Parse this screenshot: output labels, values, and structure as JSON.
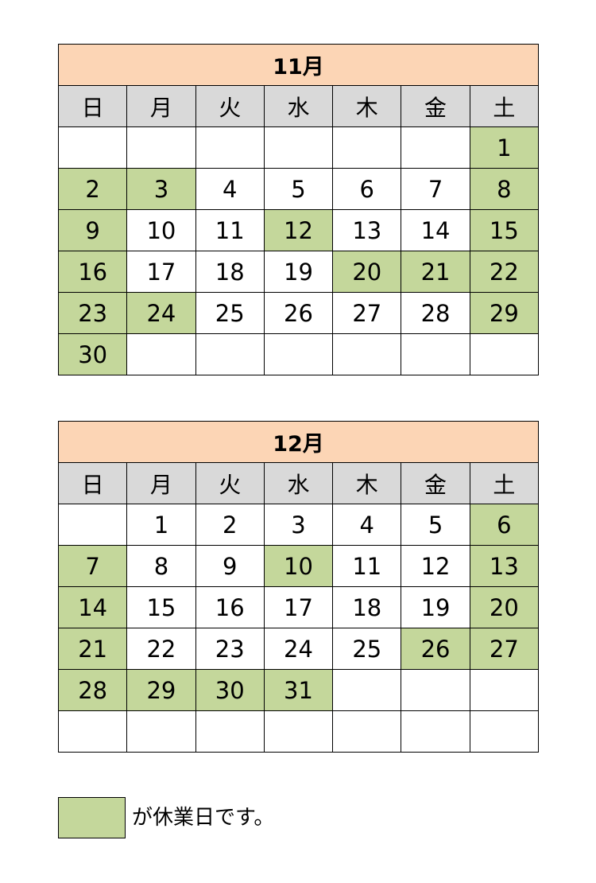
{
  "colors": {
    "header_bg": "#FCD5B5",
    "weekday_bg": "#D9D9D9",
    "holiday_bg": "#C4D79B",
    "normal_bg": "#FFFFFF",
    "border": "#000000"
  },
  "weekdays": [
    "日",
    "月",
    "火",
    "水",
    "木",
    "金",
    "土"
  ],
  "calendars": [
    {
      "title": "11月",
      "weeks": [
        [
          "",
          "",
          "",
          "",
          "",
          "",
          "1"
        ],
        [
          "2",
          "3",
          "4",
          "5",
          "6",
          "7",
          "8"
        ],
        [
          "9",
          "10",
          "11",
          "12",
          "13",
          "14",
          "15"
        ],
        [
          "16",
          "17",
          "18",
          "19",
          "20",
          "21",
          "22"
        ],
        [
          "23",
          "24",
          "25",
          "26",
          "27",
          "28",
          "29"
        ],
        [
          "30",
          "",
          "",
          "",
          "",
          "",
          ""
        ]
      ],
      "holidays": [
        "1",
        "2",
        "3",
        "8",
        "9",
        "12",
        "15",
        "16",
        "20",
        "21",
        "22",
        "23",
        "24",
        "29",
        "30"
      ]
    },
    {
      "title": "12月",
      "weeks": [
        [
          "",
          "1",
          "2",
          "3",
          "4",
          "5",
          "6"
        ],
        [
          "7",
          "8",
          "9",
          "10",
          "11",
          "12",
          "13"
        ],
        [
          "14",
          "15",
          "16",
          "17",
          "18",
          "19",
          "20"
        ],
        [
          "21",
          "22",
          "23",
          "24",
          "25",
          "26",
          "27"
        ],
        [
          "28",
          "29",
          "30",
          "31",
          "",
          "",
          ""
        ],
        [
          "",
          "",
          "",
          "",
          "",
          "",
          ""
        ]
      ],
      "holidays": [
        "6",
        "7",
        "10",
        "13",
        "14",
        "20",
        "21",
        "26",
        "27",
        "28",
        "29",
        "30",
        "31"
      ]
    }
  ],
  "legend": {
    "text": "が休業日です。"
  }
}
